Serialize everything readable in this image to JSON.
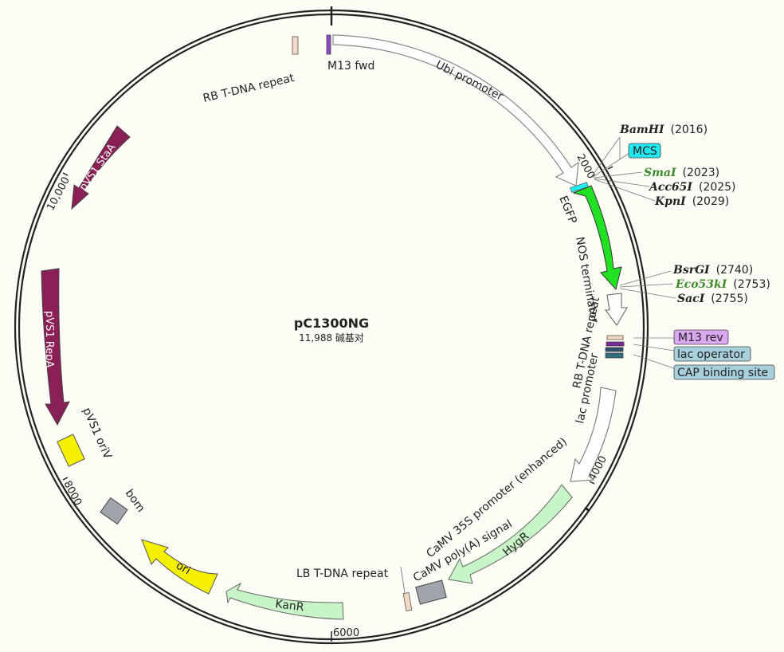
{
  "plasmid": {
    "name": "pC1300NG",
    "length_text": "11,988 碱基对"
  },
  "ticks": [
    "2000",
    "4000",
    "6000",
    "8000",
    "10,000"
  ],
  "features": {
    "ubi": "Ubi promoter",
    "egfp": "EGFP",
    "nos": "NOS terminator",
    "rb_inner": "RB T-DNA repeat",
    "lac_promoter": "lac promoter",
    "camv35s": "CaMV 35S promoter (enhanced)",
    "camv_polya": "CaMV poly(A) signal",
    "hygr": "HygR",
    "lb": "LB T-DNA repeat",
    "kanr": "KanR",
    "ori": "ori",
    "bom": "bom",
    "pvs1_oriv": "pVS1 oriV",
    "pvs1_repa": "pVS1 RepA",
    "pvs1_staa": "pVS1 StaA",
    "rb_top": "RB T-DNA repeat",
    "m13fwd": "M13 fwd"
  },
  "sites_top": [
    {
      "name": "BamHI",
      "pos": "(2016)",
      "green": false
    },
    {
      "name": "SmaI",
      "pos": "(2023)",
      "green": true
    },
    {
      "name": "Acc65I",
      "pos": "(2025)",
      "green": false
    },
    {
      "name": "KpnI",
      "pos": "(2029)",
      "green": false
    }
  ],
  "sites_mid": [
    {
      "name": "BsrGI",
      "pos": "(2740)",
      "green": false
    },
    {
      "name": "Eco53kI",
      "pos": "(2753)",
      "green": true
    },
    {
      "name": "SacI",
      "pos": "(2755)",
      "green": false
    }
  ],
  "boxed": {
    "mcs": "MCS",
    "m13rev": "M13 rev",
    "lac_operator": "lac operator",
    "cap": "CAP binding site"
  },
  "colors": {
    "egfp": "#22e022",
    "hygr": "#c8f5c8",
    "kanr": "#c8f5c8",
    "ori": "#f5f000",
    "pvs1": "#8a1f55",
    "bom": "#a0a4ad",
    "mcs_box": "#22e8f0",
    "m13rev_box": "#d9a8f0",
    "blue_box": "#a8d0dc"
  }
}
